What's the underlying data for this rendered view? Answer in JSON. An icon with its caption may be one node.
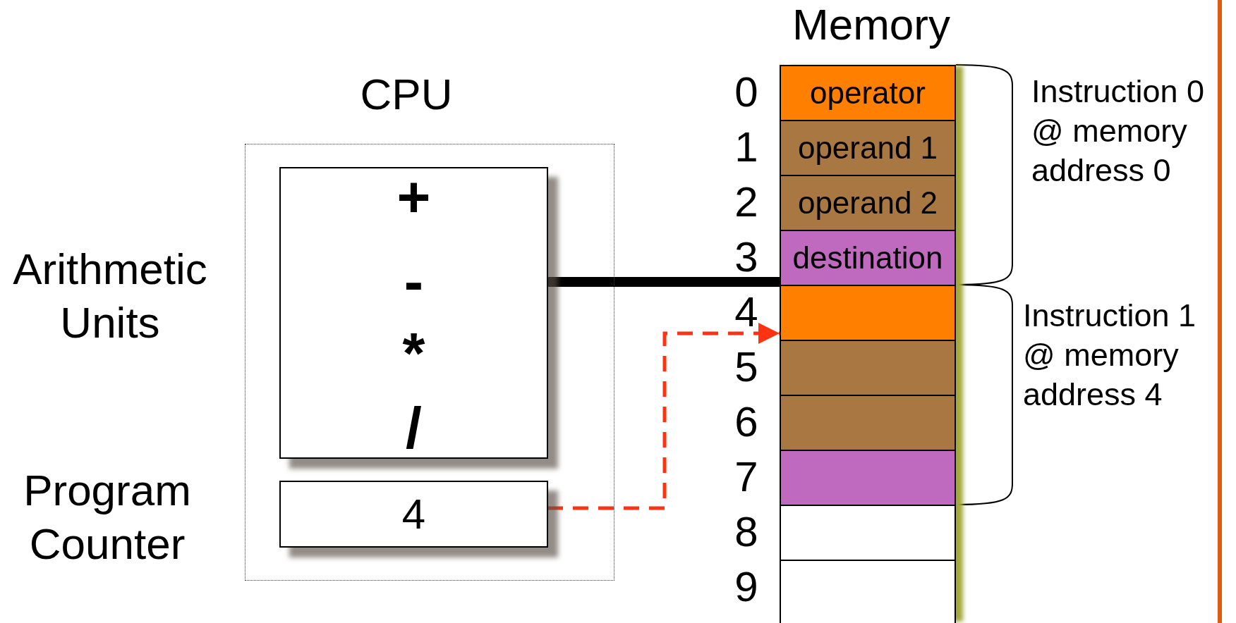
{
  "diagram": {
    "nodes": [
      {
        "text": [
          "CPU"
        ]
      },
      {
        "text": [
          "+",
          "-",
          "*",
          "/"
        ],
        "in": 0,
        "beside": [
          "Arithmetic Units"
        ]
      },
      {
        "text": [
          "4"
        ],
        "in": 0,
        "beside": [
          "Program Counter"
        ]
      },
      {
        "text": [
          "Memory"
        ]
      },
      {
        "text": [
          "operator"
        ],
        "in": 3,
        "beside": [
          "0"
        ]
      },
      {
        "text": [
          "operand 1"
        ],
        "in": 3,
        "beside": [
          "1"
        ]
      },
      {
        "text": [
          "operand 2"
        ],
        "in": 3,
        "beside": [
          "2"
        ]
      },
      {
        "text": [
          "destination"
        ],
        "in": 3,
        "beside": [
          "3"
        ]
      },
      {
        "text": [],
        "shape": "box",
        "in": 3,
        "beside": [
          "4"
        ]
      },
      {
        "text": [],
        "shape": "box",
        "in": 3,
        "beside": [
          "5"
        ]
      },
      {
        "text": [],
        "shape": "box",
        "in": 3,
        "beside": [
          "6"
        ]
      },
      {
        "text": [],
        "shape": "box",
        "in": 3,
        "beside": [
          "7"
        ]
      },
      {
        "text": [],
        "shape": "box",
        "in": 3,
        "beside": [
          "8"
        ]
      },
      {
        "text": [],
        "shape": "box",
        "in": 3,
        "beside": [
          "9"
        ]
      }
    ],
    "edges": [
      {
        "from": 1,
        "to": 3,
        "arrow": "none",
        "style": "thick"
      },
      {
        "from": 2,
        "to": 8,
        "arrow": "to",
        "style": "dashed",
        "color": "#ff3311"
      }
    ],
    "labels": [
      "Instruction 0 @ memory address 0",
      "Instruction 1 @ memory address 4"
    ]
  }
}
